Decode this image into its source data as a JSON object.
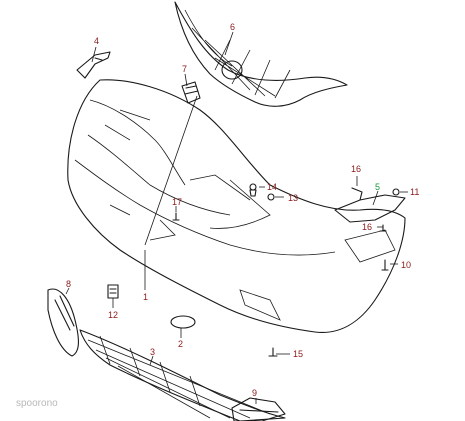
{
  "callouts": [
    "1",
    "2",
    "3",
    "4",
    "5",
    "6",
    "7",
    "8",
    "9",
    "10",
    "11",
    "12",
    "13",
    "14",
    "15",
    "16",
    "16",
    "17"
  ],
  "colors": {
    "callout": "#8b1a1a",
    "callout_highlight": "#1f9a3a",
    "line": "#1a1a1a",
    "watermark": "#b8b8b8"
  },
  "watermark": "spoorono"
}
